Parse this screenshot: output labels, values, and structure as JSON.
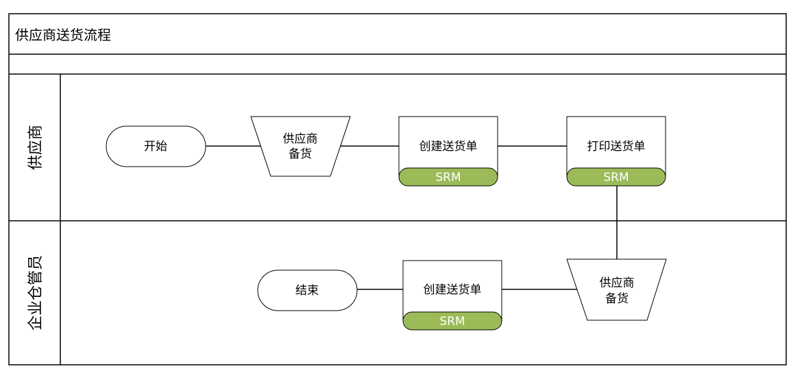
{
  "title": "供应商送货流程",
  "lanes": {
    "supplier": "供应商",
    "warehouse": "企业仓管员"
  },
  "nodes": {
    "start": "开始",
    "supplier_prepare_top_line1": "供应商",
    "supplier_prepare_top_line2": "备货",
    "create_note_top": "创建送货单",
    "create_note_top_tag": "SRM",
    "print_note": "打印送货单",
    "print_note_tag": "SRM",
    "supplier_prepare_bottom_line1": "供应商",
    "supplier_prepare_bottom_line2": "备货",
    "create_note_bottom": "创建送货单",
    "create_note_bottom_tag": "SRM",
    "end": "结束"
  },
  "colors": {
    "tag_fill": "#9bbb59",
    "line": "#000000"
  }
}
